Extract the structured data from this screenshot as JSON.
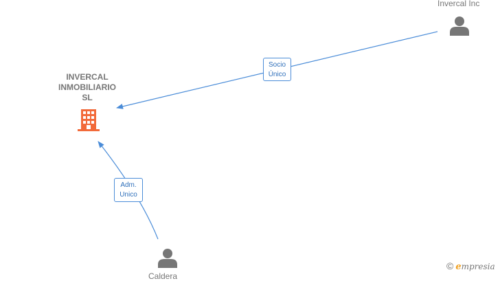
{
  "company": {
    "name_lines": [
      "INVERCAL",
      "INMOBILIARIO",
      "SL"
    ],
    "icon": "building-icon"
  },
  "people": [
    {
      "id": "invercal-inc",
      "name": "Invercal Inc",
      "icon": "person-icon"
    },
    {
      "id": "bottom",
      "name": "Caldera",
      "icon": "person-icon"
    }
  ],
  "relations": [
    {
      "from": "Invercal Inc",
      "to": "INVERCAL INMOBILIARIO SL",
      "label_lines": [
        "Socio",
        "Único"
      ]
    },
    {
      "from": "Caldera",
      "to": "INVERCAL INMOBILIARIO SL",
      "label_lines": [
        "Adm.",
        "Unico"
      ]
    }
  ],
  "colors": {
    "edge": "#4a8cd8",
    "company_icon": "#f26a3a",
    "person_icon": "#767676",
    "text": "#767676",
    "brand_accent": "#f0a020"
  },
  "brand": {
    "copyright": "©",
    "initial": "e",
    "rest": "mpresia"
  }
}
